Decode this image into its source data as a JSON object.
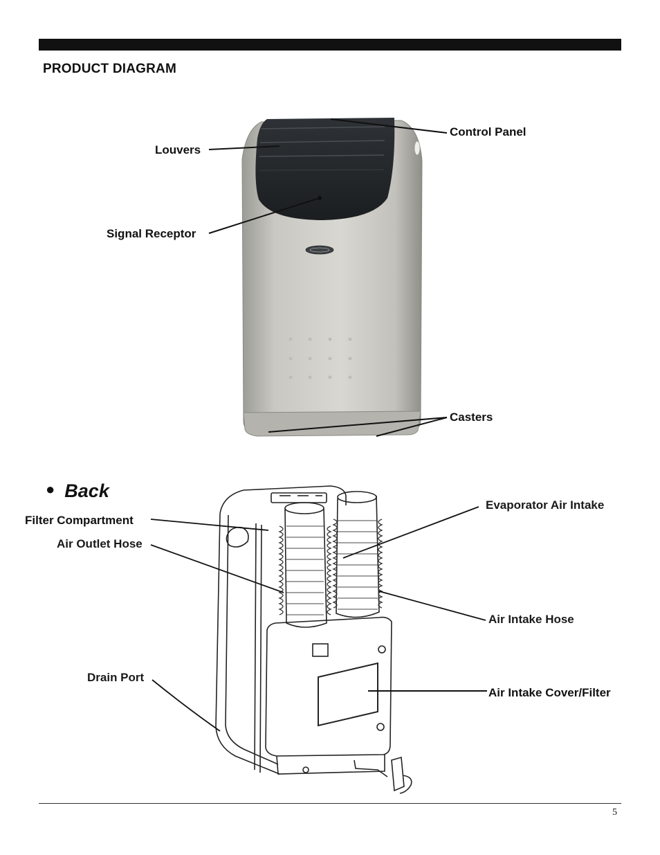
{
  "page_title": "PRODUCT DIAGRAM",
  "front_labels": {
    "louvers": "Louvers",
    "control_panel": "Control Panel",
    "signal_receptor": "Signal Receptor",
    "casters": "Casters"
  },
  "back_heading": "Back",
  "back_labels": {
    "filter_compartment": "Filter Compartment",
    "air_outlet_hose": "Air Outlet Hose",
    "evaporator_air_intake": "Evaporator Air Intake",
    "air_intake_hose": "Air Intake Hose",
    "drain_port": "Drain Port",
    "air_intake_cover_filter": "Air Intake Cover/Filter"
  },
  "page_number": "5"
}
